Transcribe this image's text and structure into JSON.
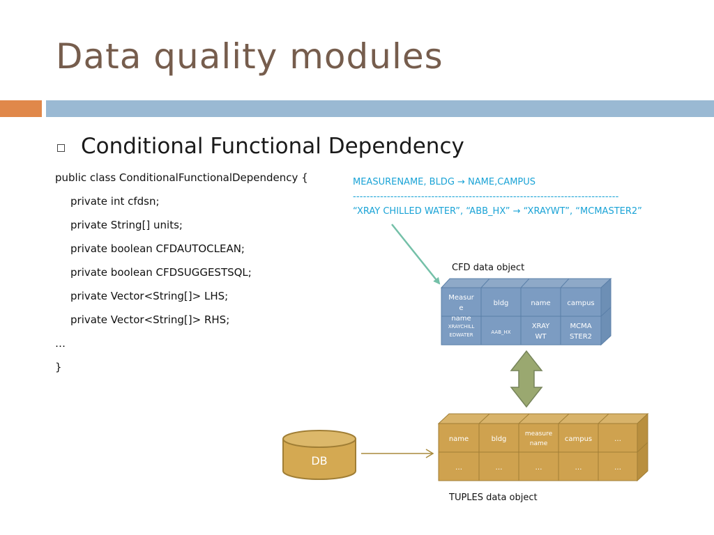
{
  "slide": {
    "title": "Data quality modules",
    "bullet": "Conditional Functional Dependency",
    "accent_colors": {
      "title": "#765d4d",
      "orange_bar": "#e0884a",
      "blue_bar": "#9ab9d3",
      "rule_text": "#1aa3d6"
    }
  },
  "code": {
    "lines": [
      "public class ConditionalFunctionalDependency {",
      "private int cfdsn;",
      "private String[] units;",
      "private boolean CFDAUTOCLEAN;",
      "private boolean CFDSUGGESTSQL;",
      "private Vector<String[]> LHS;",
      "private Vector<String[]> RHS;",
      "…",
      "}"
    ]
  },
  "cfd_rule": {
    "header": "MEASURENAME, BLDG → NAME,CAMPUS",
    "separator": "------------------------------------------------------------------------------",
    "values": "“XRAY CHILLED WATER”, “ABB_HX” → “XRAYWT”, “MCMASTER2”"
  },
  "cfd_object": {
    "caption": "CFD data object",
    "headers": [
      "Measur e name",
      "bldg",
      "name",
      "campus"
    ],
    "values": [
      "XRAYCHILL EDWATER",
      "AAB_HX",
      "XRAY WT",
      "MCMA STER2"
    ]
  },
  "tuples_object": {
    "caption": "TUPLES data object",
    "headers": [
      "name",
      "bldg",
      "measure name",
      "campus",
      "…"
    ],
    "values": [
      "…",
      "…",
      "…",
      "…",
      "…"
    ]
  },
  "db": {
    "label": "DB"
  }
}
